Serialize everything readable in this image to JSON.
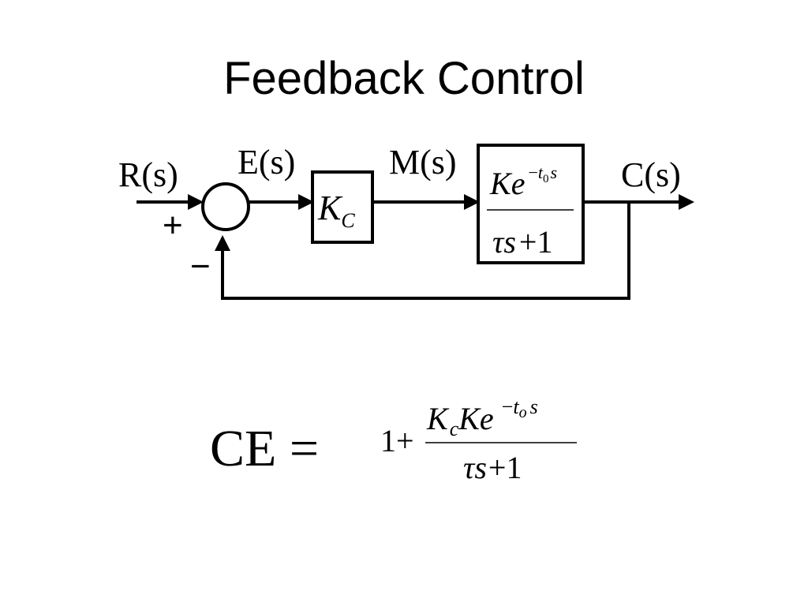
{
  "title": "Feedback Control",
  "signals": {
    "input": "R(s)",
    "error": "E(s)",
    "manipulated": "M(s)",
    "output": "C(s)"
  },
  "summing_junction": {
    "plus_sign": "+",
    "minus_sign": "−"
  },
  "controller": {
    "symbol": "K",
    "subscript": "C"
  },
  "process": {
    "numerator_gain": "K",
    "numerator_base": "e",
    "exponent_sign": "−",
    "exponent_var": "t",
    "exponent_sub": "0",
    "exponent_s": "s",
    "denominator_tau": "τ",
    "denominator_s": "s",
    "denominator_rest": "+1"
  },
  "characteristic_equation": {
    "lhs": "CE =",
    "one_plus": "1+",
    "num_k": "K",
    "num_c": "c",
    "num_ke": "Ke",
    "exp_sign": "−",
    "exp_t": "t",
    "exp_o": "o",
    "exp_s": "s",
    "den_tau": "τ",
    "den_s": "s",
    "den_rest": "+1"
  }
}
